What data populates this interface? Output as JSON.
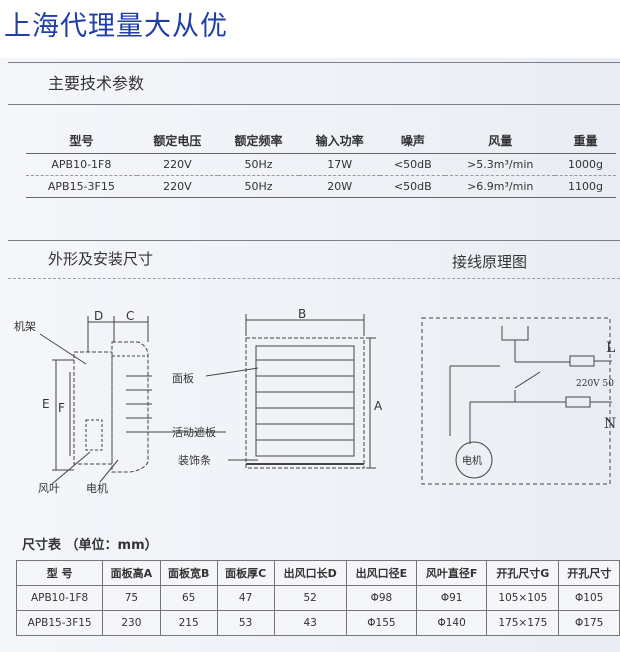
{
  "header": {
    "title": "上海代理量大从优"
  },
  "specs": {
    "heading": "主要技术参数",
    "columns": [
      "型号",
      "额定电压",
      "额定频率",
      "输入功率",
      "噪声",
      "风量",
      "重量"
    ],
    "rows": [
      [
        "APB10-1F8",
        "220V",
        "50Hz",
        "17W",
        "<50dB",
        ">5.3m³/min",
        "1000g"
      ],
      [
        "APB15-3F15",
        "220V",
        "50Hz",
        "20W",
        "<50dB",
        ">6.9m³/min",
        "1100g"
      ]
    ]
  },
  "drawing": {
    "heading": "外形及安装尺寸",
    "labels": {
      "frame": "机架",
      "blade": "风叶",
      "motor": "电机",
      "panel": "面板",
      "shutter": "活动遮板",
      "trim": "装饰条",
      "d": "D",
      "c": "C",
      "e": "E",
      "f": "F",
      "b": "B",
      "a": "A"
    }
  },
  "wiring": {
    "heading": "接线原理图",
    "motor": "电机",
    "l": "L",
    "n": "N",
    "supply": "220V 50"
  },
  "dims": {
    "heading": "尺寸表 （单位：mm）",
    "columns": [
      "型  号",
      "面板高A",
      "面板宽B",
      "面板厚C",
      "出风口长D",
      "出风口径E",
      "风叶直径F",
      "开孔尺寸G",
      "开孔尺寸"
    ],
    "rows": [
      [
        "APB10-1F8",
        "75",
        "65",
        "47",
        "52",
        "Φ98",
        "Φ91",
        "105×105",
        "Φ105"
      ],
      [
        "APB15-3F15",
        "230",
        "215",
        "53",
        "43",
        "Φ155",
        "Φ140",
        "175×175",
        "Φ175"
      ]
    ]
  }
}
